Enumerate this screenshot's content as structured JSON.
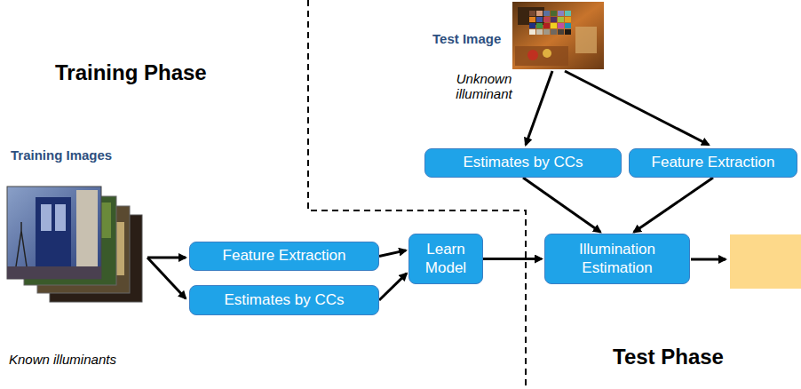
{
  "diagram": {
    "nodes": [
      {
        "text": [
          "Estimates by CCs"
        ]
      },
      {
        "text": [
          "Feature Extraction"
        ]
      },
      {
        "text": [
          "Feature Extraction"
        ]
      },
      {
        "text": [
          "Learn Model"
        ]
      },
      {
        "text": [
          "Illumination Estimation"
        ]
      },
      {
        "text": [
          "Estimates by CCs"
        ]
      }
    ],
    "edges": [
      {
        "from": 0,
        "to": 4,
        "arrow": "to"
      },
      {
        "from": 1,
        "to": 4,
        "arrow": "to"
      },
      {
        "from": 2,
        "to": 3,
        "arrow": "to"
      },
      {
        "from": 5,
        "to": 3,
        "arrow": "to"
      },
      {
        "from": 3,
        "to": 4,
        "arrow": "to"
      }
    ],
    "labels": [
      "Training Phase",
      "Test Image",
      "Unknown illuminant",
      "Training Images",
      "Test Phase",
      "Known illuminants"
    ]
  }
}
